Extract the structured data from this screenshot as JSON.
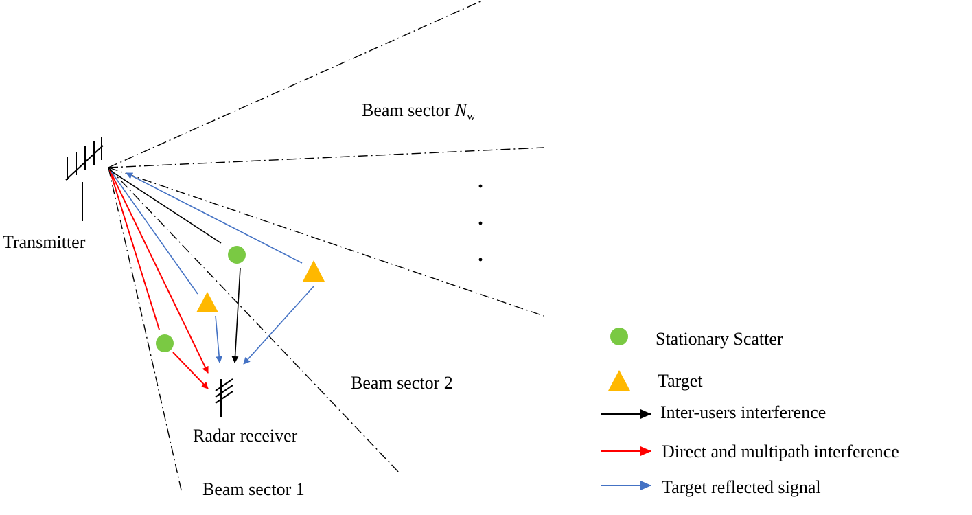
{
  "labels": {
    "transmitter": "Transmitter",
    "radar_receiver": "Radar receiver",
    "beam_sector_1": "Beam sector 1",
    "beam_sector_2": "Beam sector 2",
    "beam_sector_nw_prefix": "Beam sector ",
    "beam_sector_nw_var": "N",
    "beam_sector_nw_sub": "w"
  },
  "legend": {
    "items": [
      {
        "symbol": "circle",
        "label": "Stationary Scatter",
        "color": "#7ac943"
      },
      {
        "symbol": "triangle",
        "label": "Target",
        "color": "#ffb800"
      },
      {
        "symbol": "arrow",
        "label": "Inter-users interference",
        "color": "#000000"
      },
      {
        "symbol": "arrow",
        "label": "Direct and multipath  interference",
        "color": "#ff0000"
      },
      {
        "symbol": "arrow",
        "label": "Target reflected signal",
        "color": "#4472c4"
      }
    ]
  },
  "colors": {
    "scatter": "#7ac943",
    "target": "#ffb800",
    "inter_users": "#000000",
    "direct_multipath": "#ff0000",
    "target_reflected": "#4472c4",
    "sector_boundary": "#000000"
  },
  "icons": {
    "transmitter": "antenna-icon",
    "receiver": "antenna-icon"
  }
}
